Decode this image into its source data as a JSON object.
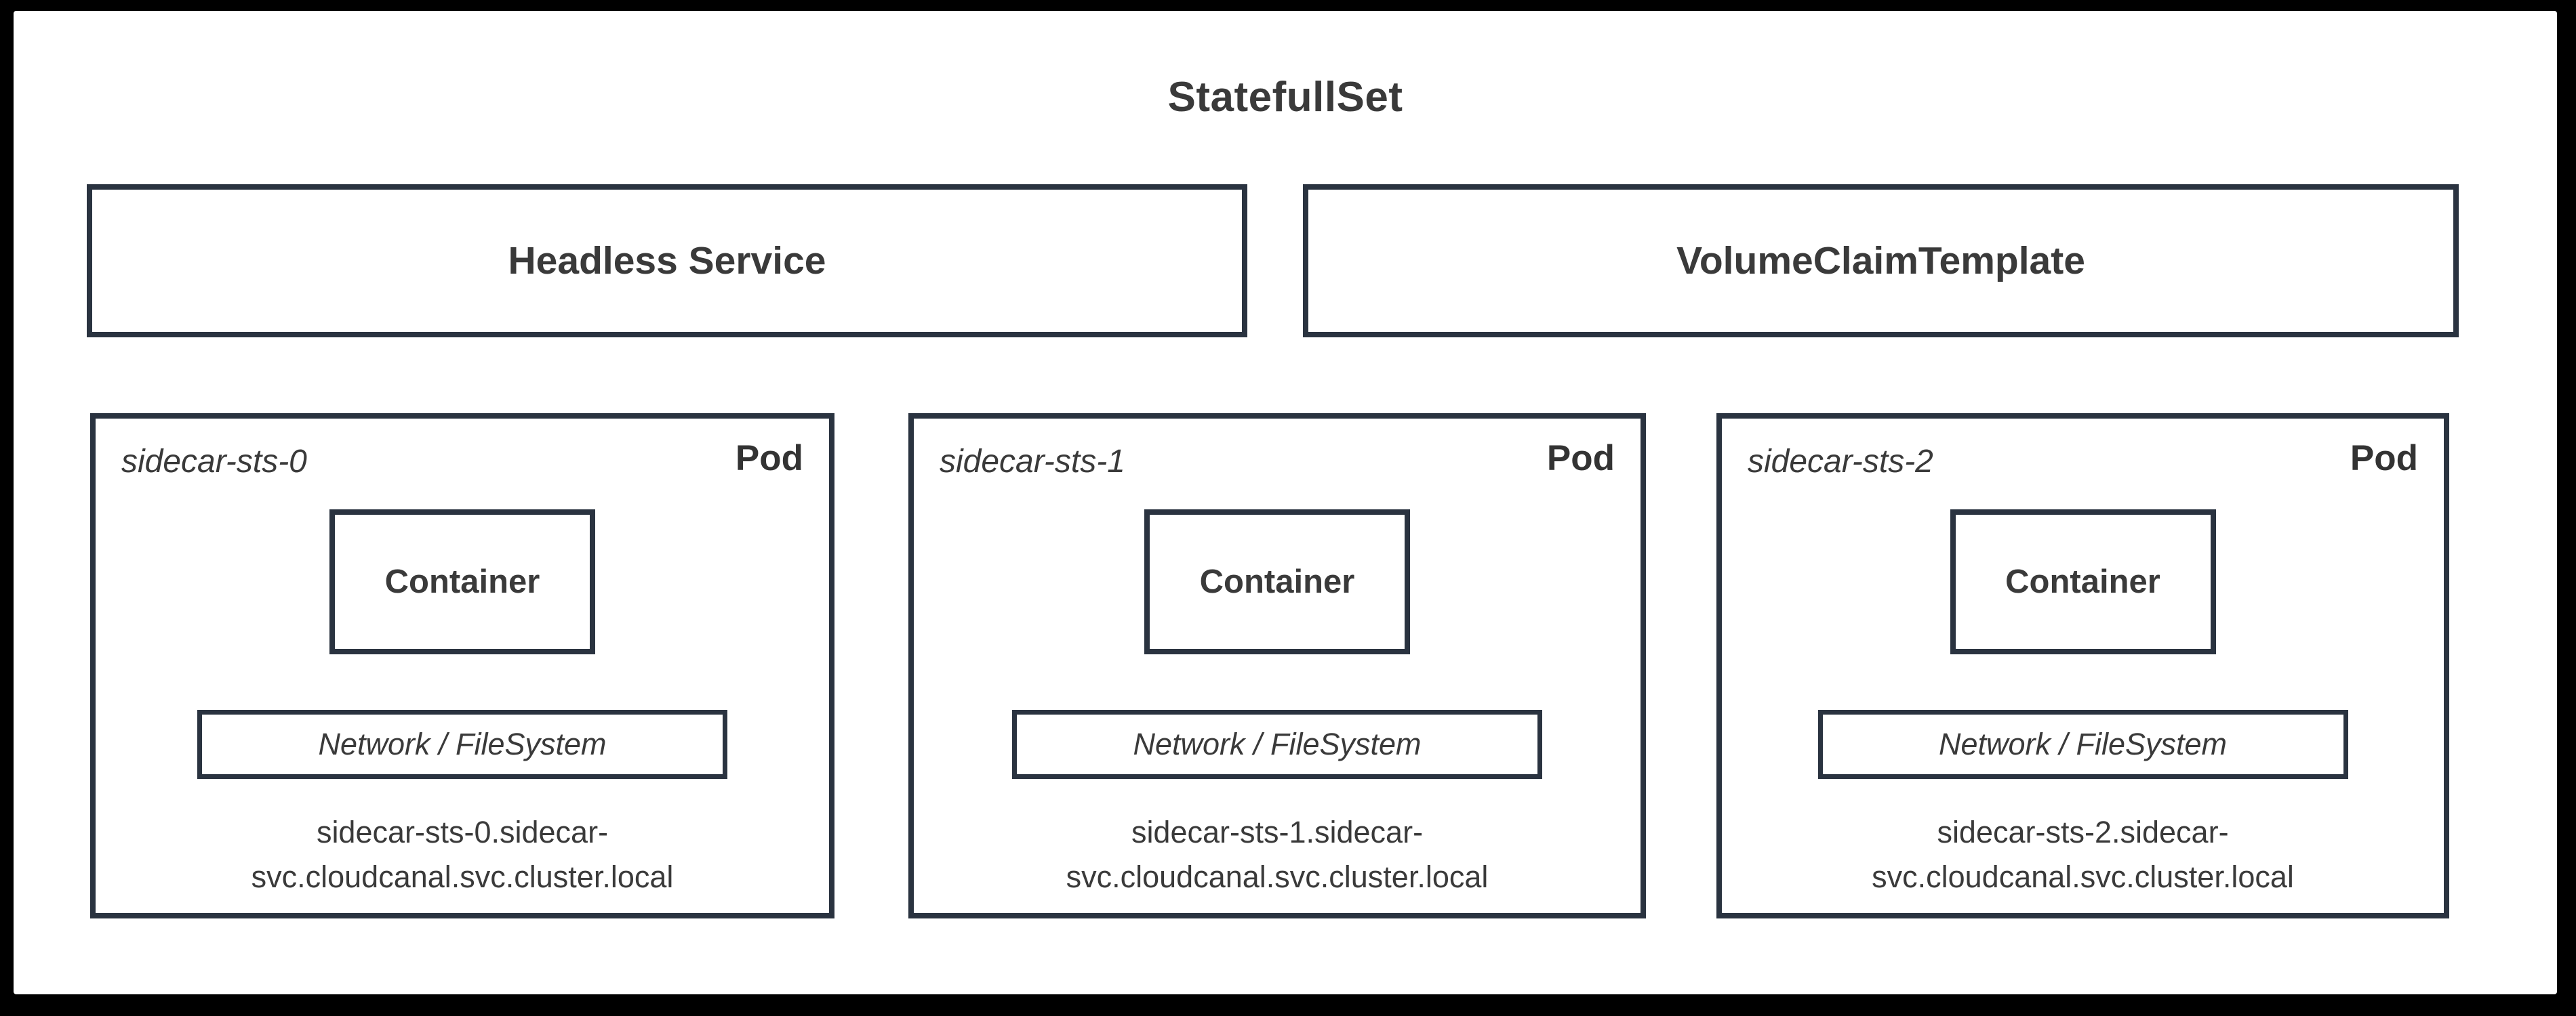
{
  "diagram": {
    "title": "StatefullSet",
    "colors": {
      "frame": "#000000",
      "background": "#ffffff",
      "border": "#2a3340",
      "text": "#3a3a3a"
    },
    "top_boxes": [
      {
        "label": "Headless Service"
      },
      {
        "label": "VolumeClaimTemplate"
      }
    ],
    "pods": [
      {
        "name": "sidecar-sts-0",
        "badge": "Pod",
        "container_label": "Container",
        "network_label": "Network / FileSystem",
        "dns_lines": [
          "sidecar-sts-0.sidecar-",
          "svc.cloudcanal.svc.cluster.local"
        ]
      },
      {
        "name": "sidecar-sts-1",
        "badge": "Pod",
        "container_label": "Container",
        "network_label": "Network / FileSystem",
        "dns_lines": [
          "sidecar-sts-1.sidecar-",
          "svc.cloudcanal.svc.cluster.local"
        ]
      },
      {
        "name": "sidecar-sts-2",
        "badge": "Pod",
        "container_label": "Container",
        "network_label": "Network / FileSystem",
        "dns_lines": [
          "sidecar-sts-2.sidecar-",
          "svc.cloudcanal.svc.cluster.local"
        ]
      }
    ]
  }
}
